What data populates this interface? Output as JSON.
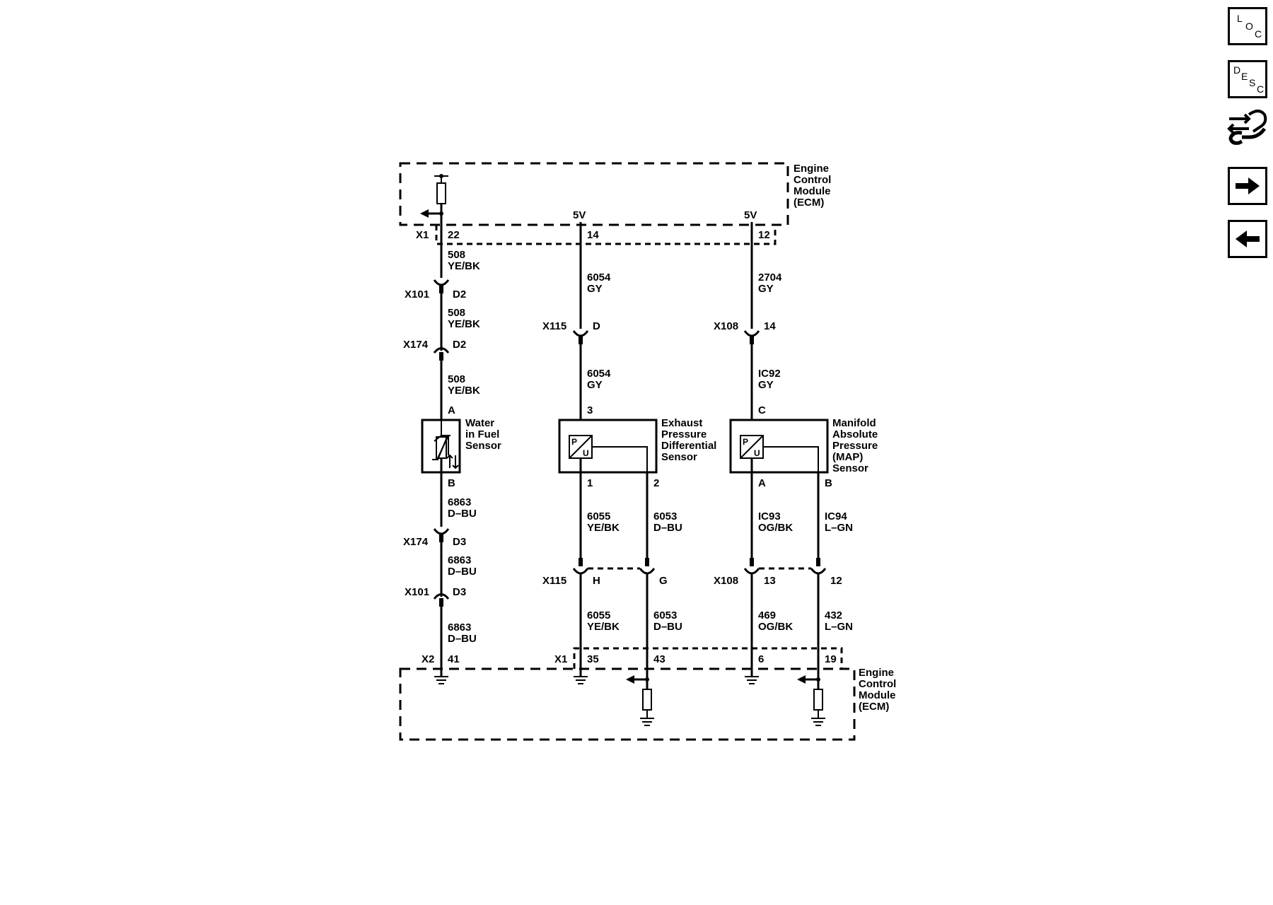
{
  "nav": {
    "loc": {
      "l1": "L",
      "l2": "O",
      "l3": "C"
    },
    "desc": {
      "l1": "D",
      "l2": "E",
      "l3": "S",
      "l4": "C"
    },
    "icons": [
      "loc-icon",
      "desc-icon",
      "connector-wrench-icon",
      "arrow-right-icon",
      "arrow-left-icon"
    ]
  },
  "ecm_top": {
    "l1": "Engine",
    "l2": "Control",
    "l3": "Module",
    "l4": "(ECM)"
  },
  "ecm_bottom": {
    "l1": "Engine",
    "l2": "Control",
    "l3": "Module",
    "l4": "(ECM)"
  },
  "supply": {
    "v1": "5V",
    "v2": "5V"
  },
  "connectors": {
    "x1_top": "X1",
    "x1_bottom": "X1",
    "x2": "X2",
    "x101_a": "X101",
    "x174_a": "X174",
    "x174_b": "X174",
    "x101_b": "X101",
    "x115_a": "X115",
    "x115_b": "X115",
    "x108_a": "X108",
    "x108_b": "X108"
  },
  "pins": {
    "p22": "22",
    "p14": "14",
    "p12": "12",
    "d2a": "D2",
    "d2b": "D2",
    "d3a": "D3",
    "d3b": "D3",
    "pD": "D",
    "p14b": "14",
    "pA": "A",
    "pB": "B",
    "p3": "3",
    "pC": "C",
    "p1": "1",
    "p2": "2",
    "pA2": "A",
    "pB2": "B",
    "pH": "H",
    "pG": "G",
    "p13": "13",
    "p12b": "12",
    "p41": "41",
    "p35": "35",
    "p43": "43",
    "p6": "6",
    "p19": "19"
  },
  "wires": {
    "w1": {
      "n": "508",
      "c": "YE/BK"
    },
    "w2": {
      "n": "508",
      "c": "YE/BK"
    },
    "w3": {
      "n": "508",
      "c": "YE/BK"
    },
    "w4": {
      "n": "6863",
      "c": "D–BU"
    },
    "w5": {
      "n": "6863",
      "c": "D–BU"
    },
    "w6": {
      "n": "6863",
      "c": "D–BU"
    },
    "w7": {
      "n": "6054",
      "c": "GY"
    },
    "w8": {
      "n": "6054",
      "c": "GY"
    },
    "w9": {
      "n": "6055",
      "c": "YE/BK"
    },
    "w10": {
      "n": "6055",
      "c": "YE/BK"
    },
    "w11": {
      "n": "6053",
      "c": "D–BU"
    },
    "w12": {
      "n": "6053",
      "c": "D–BU"
    },
    "w13": {
      "n": "2704",
      "c": "GY"
    },
    "w14": {
      "n": "IC92",
      "c": "GY"
    },
    "w15": {
      "n": "IC93",
      "c": "OG/BK"
    },
    "w16": {
      "n": "469",
      "c": "OG/BK"
    },
    "w17": {
      "n": "IC94",
      "c": "L–GN"
    },
    "w18": {
      "n": "432",
      "c": "L–GN"
    }
  },
  "sensors": {
    "wif": {
      "l1": "Water",
      "l2": "in Fuel",
      "l3": "Sensor"
    },
    "epd": {
      "l1": "Exhaust",
      "l2": "Pressure",
      "l3": "Differential",
      "l4": "Sensor"
    },
    "map": {
      "l1": "Manifold",
      "l2": "Absolute",
      "l3": "Pressure",
      "l4": "(MAP)",
      "l5": "Sensor"
    },
    "pu": {
      "p": "P",
      "u": "U"
    }
  }
}
